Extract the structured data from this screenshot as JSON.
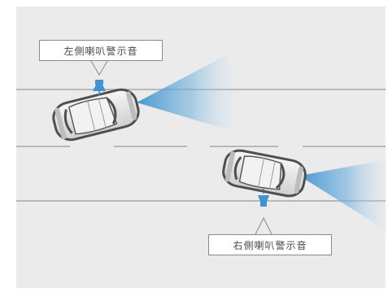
{
  "callouts": {
    "left_horn_label": "左側喇叭警示音",
    "right_horn_label": "右側喇叭警示音"
  },
  "colors": {
    "background": "#ebebeb",
    "lane_line": "#b8b8b8",
    "sensor_beam": "#3f93cf",
    "car_body": "#e6e6e6",
    "car_outline": "#4f4f4f",
    "callout_border": "#8a8a8a"
  },
  "icons": {
    "cars": [
      "car-top-view",
      "car-top-view"
    ],
    "speakers": [
      "horn-speaker-icon",
      "horn-speaker-icon"
    ]
  }
}
